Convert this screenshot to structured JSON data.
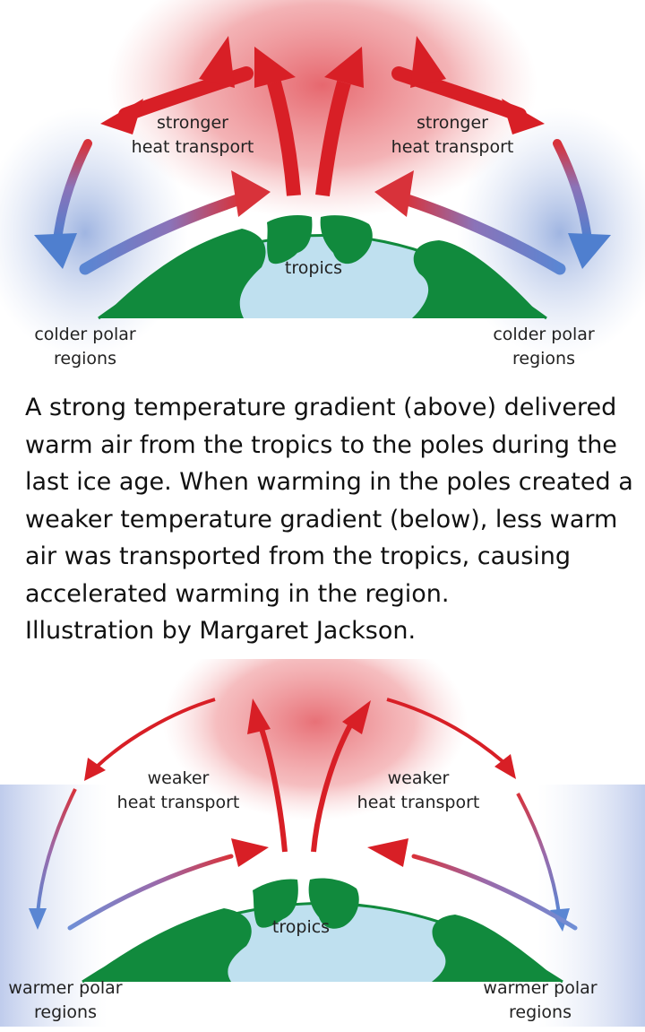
{
  "top": {
    "heat_left": [
      "stronger",
      "heat transport"
    ],
    "heat_right": [
      "stronger",
      "heat transport"
    ],
    "center": "tropics",
    "pole_left": [
      "colder polar",
      "regions"
    ],
    "pole_right": [
      "colder polar",
      "regions"
    ]
  },
  "caption": {
    "lines": [
      "A strong temperature gradient (above) delivered",
      "warm air from the tropics to the poles during the",
      "last ice age. When warming in the poles created a",
      "weaker temperature gradient (below), less warm",
      "air was transported from the tropics, causing",
      "accelerated warming in the region."
    ],
    "credit": "Illustration by Margaret Jackson."
  },
  "bottom": {
    "heat_left": [
      "weaker",
      "heat transport"
    ],
    "heat_right": [
      "weaker",
      "heat transport"
    ],
    "center": "tropics",
    "pole_left": [
      "warmer polar",
      "regions"
    ],
    "pole_right": [
      "warmer polar",
      "regions"
    ]
  },
  "colors": {
    "warm": "#d81f26",
    "cold": "#4f7fcf",
    "land": "#118a3d",
    "ocean": "#bfe0ef",
    "warm_glow": "#e8656b",
    "cold_glow": "#9fb5e0"
  }
}
